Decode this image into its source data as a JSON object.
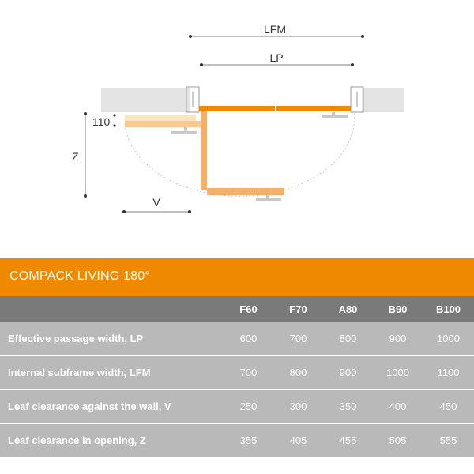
{
  "diagram": {
    "dim_lfm": "LFM",
    "dim_lp": "LP",
    "dim_110": "110",
    "dim_z": "Z",
    "dim_v": "V"
  },
  "colors": {
    "accent": "#ef8a00",
    "leaf_light": "#f7b06a",
    "leaf_pale": "#fbd9b0",
    "wall": "#e4e4e4",
    "header_row": "#7a7a7a",
    "body_row": "#b9b9b9"
  },
  "title": "COMPACK LIVING 180°",
  "table": {
    "columns": [
      "",
      "F60",
      "F70",
      "A80",
      "B90",
      "B100"
    ],
    "rows": [
      {
        "label": "Effective passage width, LP",
        "values": [
          "600",
          "700",
          "800",
          "900",
          "1000"
        ]
      },
      {
        "label": "Internal subframe width, LFM",
        "values": [
          "700",
          "800",
          "900",
          "1000",
          "1100"
        ]
      },
      {
        "label": "Leaf clearance against the wall, V",
        "values": [
          "250",
          "300",
          "350",
          "400",
          "450"
        ]
      },
      {
        "label": "Leaf clearance in opening, Z",
        "values": [
          "355",
          "405",
          "455",
          "505",
          "555"
        ]
      }
    ]
  }
}
